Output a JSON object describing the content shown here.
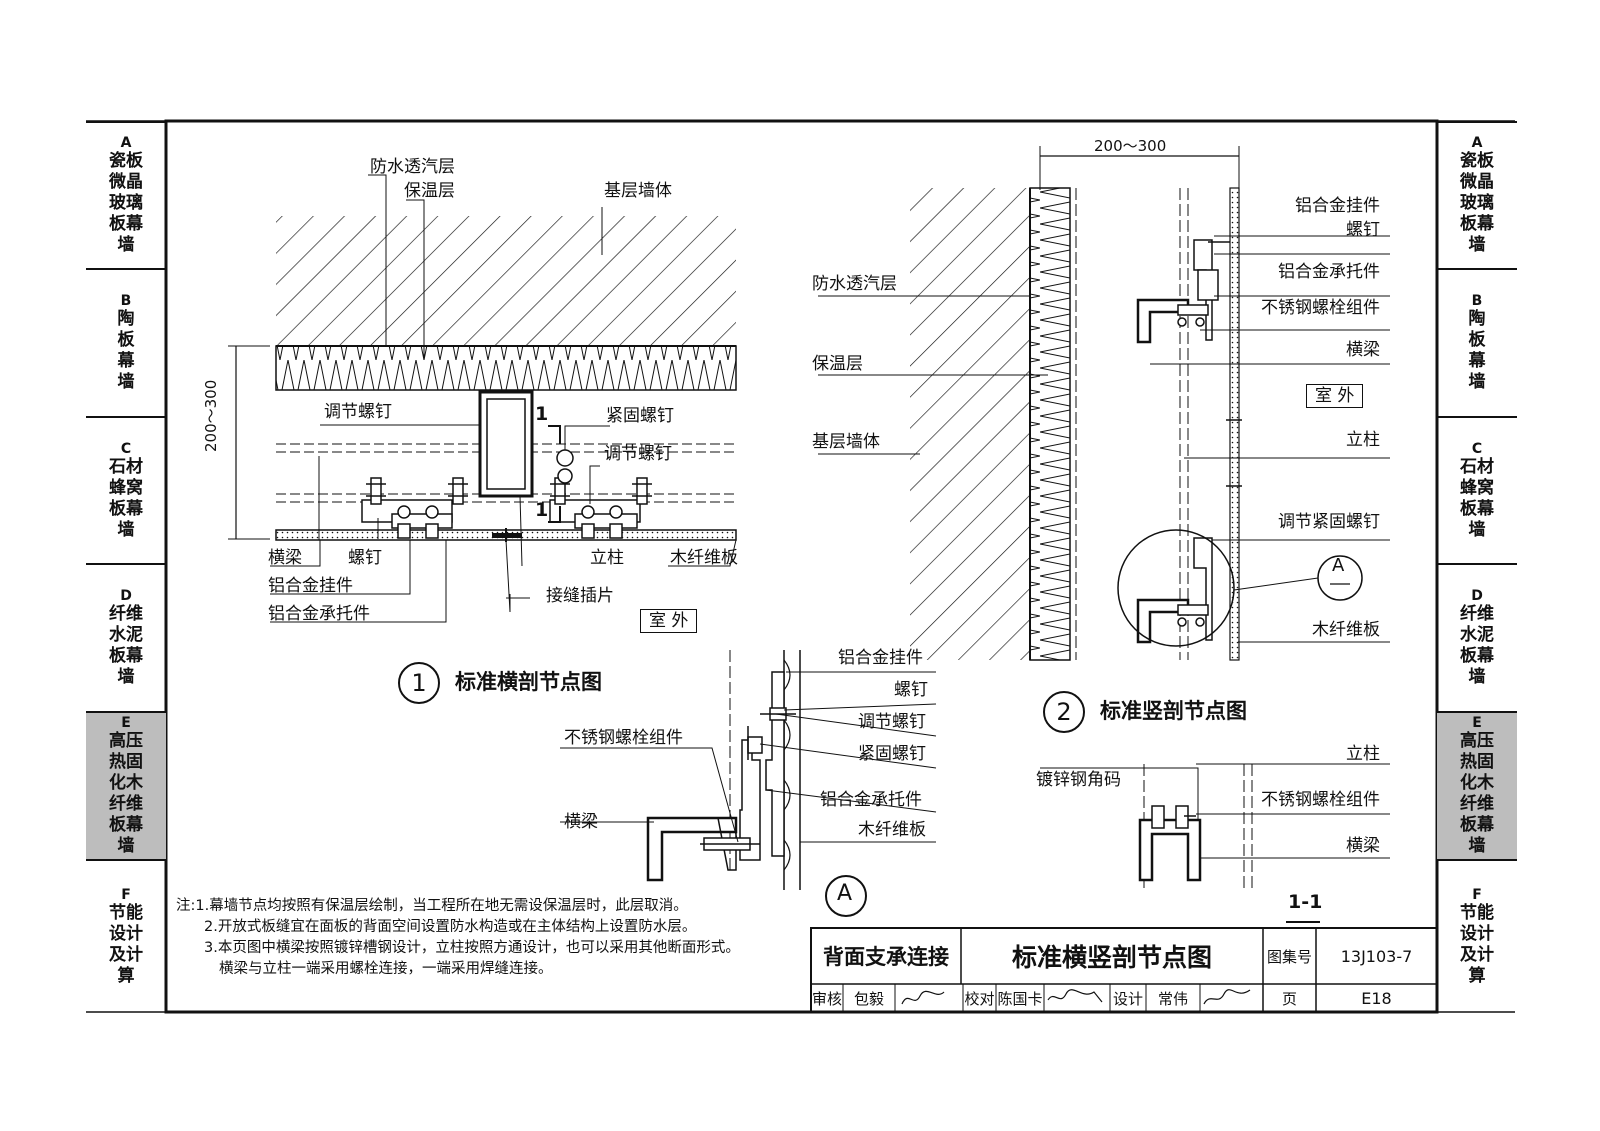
{
  "side_tabs_left": [
    {
      "code": "A",
      "label": "瓷板\n微晶\n玻璃\n板幕\n墙",
      "active": false
    },
    {
      "code": "B",
      "label": "陶\n板\n幕\n墙",
      "active": false
    },
    {
      "code": "C",
      "label": "石材\n蜂窝\n板幕\n墙",
      "active": false
    },
    {
      "code": "D",
      "label": "纤维\n水泥\n板幕\n墙",
      "active": false
    },
    {
      "code": "E",
      "label": "高压\n热固\n化木\n纤维\n板幕\n墙",
      "active": true
    },
    {
      "code": "F",
      "label": "节能\n设计\n及计\n算",
      "active": false
    }
  ],
  "side_tabs_right": [
    {
      "code": "A",
      "label": "瓷板\n微晶\n玻璃\n板幕\n墙",
      "active": false
    },
    {
      "code": "B",
      "label": "陶\n板\n幕\n墙",
      "active": false
    },
    {
      "code": "C",
      "label": "石材\n蜂窝\n板幕\n墙",
      "active": false
    },
    {
      "code": "D",
      "label": "纤维\n水泥\n板幕\n墙",
      "active": false
    },
    {
      "code": "E",
      "label": "高压\n热固\n化木\n纤维\n板幕\n墙",
      "active": true
    },
    {
      "code": "F",
      "label": "节能\n设计\n及计\n算",
      "active": false
    }
  ],
  "detail1": {
    "labels": {
      "waterproof": "防水透汽层",
      "insulation": "保温层",
      "base_wall": "基层墙体",
      "dimension": "200～300",
      "adjust_screw_left": "调节螺钉",
      "section_mark": "1",
      "fastening_bolt": "紧固螺钉",
      "adjust_screw_right": "调节螺钉",
      "beam": "横梁",
      "screw": "螺钉",
      "hanger": "铝合金挂件",
      "bracket": "铝合金承托件",
      "column": "立柱",
      "wood_fiber_board": "木纤维板",
      "joint_insert": "接缝插片",
      "exterior": "室 外"
    },
    "number": "1",
    "title": "标准横剖节点图"
  },
  "detail2": {
    "labels": {
      "dimension": "200～300",
      "waterproof": "防水透汽层",
      "insulation": "保温层",
      "base_wall": "基层墙体",
      "hanger": "铝合金挂件",
      "screw": "螺钉",
      "bracket": "铝合金承托件",
      "bolt_set": "不锈钢螺栓组件",
      "beam": "横梁",
      "exterior": "室 外",
      "column": "立柱",
      "adjust_fasten_screw": "调节紧固螺钉",
      "detail_ref": "A",
      "wood_fiber_board": "木纤维板"
    },
    "number": "2",
    "title": "标准竖剖节点图"
  },
  "detailA": {
    "labels": {
      "hanger": "铝合金挂件",
      "screw": "螺钉",
      "adjust_screw": "调节螺钉",
      "fastening_screw": "紧固螺钉",
      "bolt_set": "不锈钢螺栓组件",
      "bracket": "铝合金承托件",
      "beam": "横梁",
      "wood_fiber_board": "木纤维板"
    },
    "mark": "A"
  },
  "section11": {
    "labels": {
      "column": "立柱",
      "angle": "镀锌钢角码",
      "bolt_set": "不锈钢螺栓组件",
      "beam": "横梁"
    },
    "title": "1-1"
  },
  "notes": [
    "注:1.幕墙节点均按照有保温层绘制，当工程所在地无需设保温层时，此层取消。",
    "2.开放式板缝宜在面板的背面空间设置防水构造或在主体结构上设置防水层。",
    "3.本页图中横梁按照镀锌槽钢设计，立柱按照方通设计，也可以采用其他断面形式。",
    "横梁与立柱一端采用螺栓连接，一端采用焊缝连接。"
  ],
  "title_block": {
    "category": "背面支承连接",
    "drawing_title": "标准横竖剖节点图",
    "atlas_label": "图集号",
    "atlas_no": "13J103-7",
    "review_label": "审核",
    "reviewer": "包毅",
    "check_label": "校对",
    "checker": "陈国卡",
    "design_label": "设计",
    "designer": "常伟",
    "page_label": "页",
    "page_no": "E18"
  }
}
